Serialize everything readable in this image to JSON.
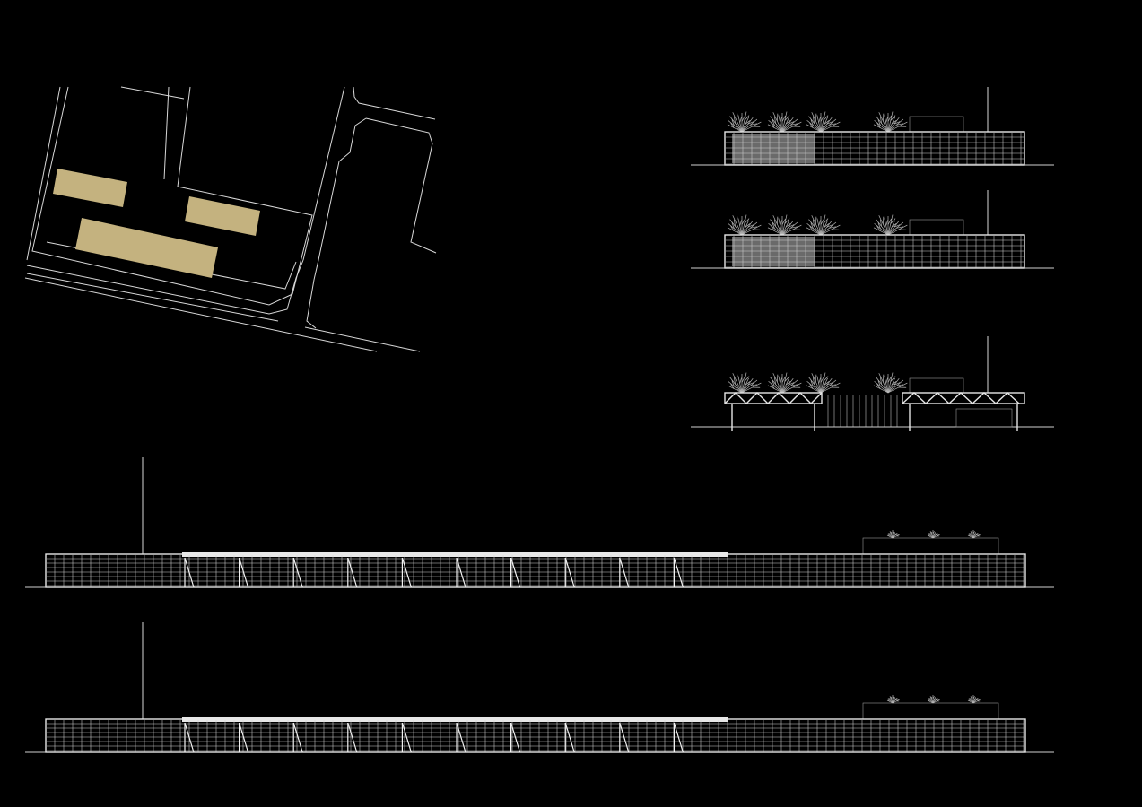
{
  "drawing": {
    "background": "#000000",
    "line_color": "#d8d8d8",
    "building_fill": "#c4b27f",
    "views": [
      {
        "kind": "site-plan",
        "buildings": 3
      },
      {
        "kind": "end-elevation",
        "count": 2
      },
      {
        "kind": "cross-section",
        "count": 1
      },
      {
        "kind": "long-elevation",
        "count": 2
      }
    ]
  }
}
